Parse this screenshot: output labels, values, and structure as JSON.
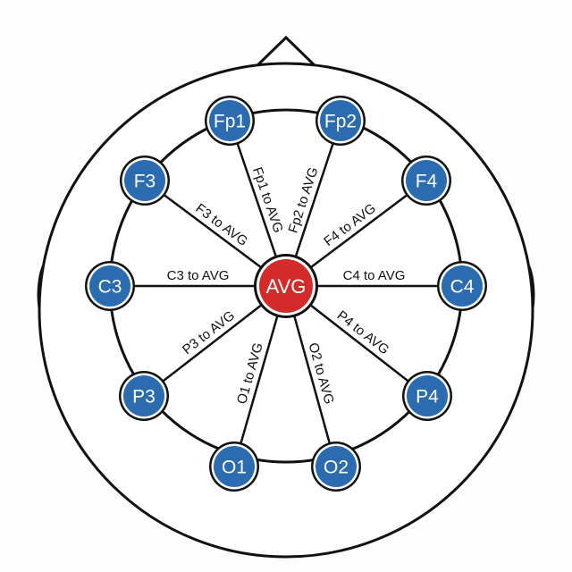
{
  "colors": {
    "electrode": "#2b6cb0",
    "reference": "#d42a2a",
    "line": "#111111"
  },
  "reference": {
    "label": "AVG"
  },
  "electrodes": [
    {
      "id": "Fp1",
      "label": "Fp1",
      "link": "Fp1 to AVG"
    },
    {
      "id": "Fp2",
      "label": "Fp2",
      "link": "Fp2 to AVG"
    },
    {
      "id": "F3",
      "label": "F3",
      "link": "F3 to AVG"
    },
    {
      "id": "F4",
      "label": "F4",
      "link": "F4 to AVG"
    },
    {
      "id": "C3",
      "label": "C3",
      "link": "C3 to AVG"
    },
    {
      "id": "C4",
      "label": "C4",
      "link": "C4 to AVG"
    },
    {
      "id": "P3",
      "label": "P3",
      "link": "P3 to AVG"
    },
    {
      "id": "P4",
      "label": "P4",
      "link": "P4 to AVG"
    },
    {
      "id": "O1",
      "label": "O1",
      "link": "O1 to AVG"
    },
    {
      "id": "O2",
      "label": "O2",
      "link": "O2 to AVG"
    }
  ]
}
